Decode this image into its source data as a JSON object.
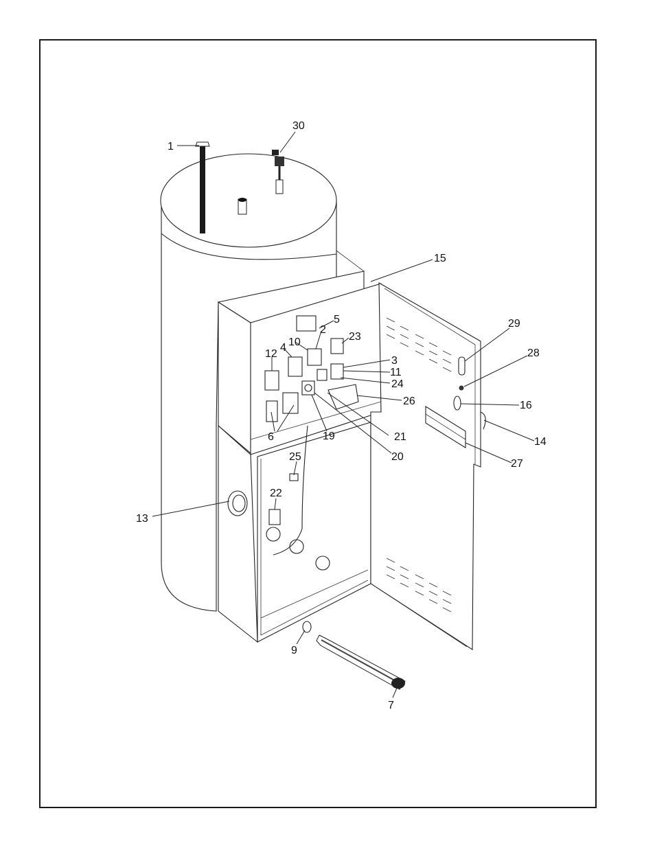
{
  "figure": {
    "type": "exploded parts diagram",
    "callouts": [
      {
        "id": "1",
        "label": "1"
      },
      {
        "id": "30",
        "label": "30"
      },
      {
        "id": "15",
        "label": "15"
      },
      {
        "id": "5",
        "label": "5"
      },
      {
        "id": "2",
        "label": "2"
      },
      {
        "id": "10",
        "label": "10"
      },
      {
        "id": "4",
        "label": "4"
      },
      {
        "id": "23",
        "label": "23"
      },
      {
        "id": "12",
        "label": "12"
      },
      {
        "id": "3",
        "label": "3"
      },
      {
        "id": "11",
        "label": "11"
      },
      {
        "id": "24",
        "label": "24"
      },
      {
        "id": "26",
        "label": "26"
      },
      {
        "id": "29",
        "label": "29"
      },
      {
        "id": "28",
        "label": "28"
      },
      {
        "id": "16",
        "label": "16"
      },
      {
        "id": "14",
        "label": "14"
      },
      {
        "id": "27",
        "label": "27"
      },
      {
        "id": "6",
        "label": "6"
      },
      {
        "id": "19",
        "label": "19"
      },
      {
        "id": "21",
        "label": "21"
      },
      {
        "id": "20",
        "label": "20"
      },
      {
        "id": "25",
        "label": "25"
      },
      {
        "id": "22",
        "label": "22"
      },
      {
        "id": "13",
        "label": "13"
      },
      {
        "id": "9",
        "label": "9"
      },
      {
        "id": "7",
        "label": "7"
      }
    ]
  }
}
